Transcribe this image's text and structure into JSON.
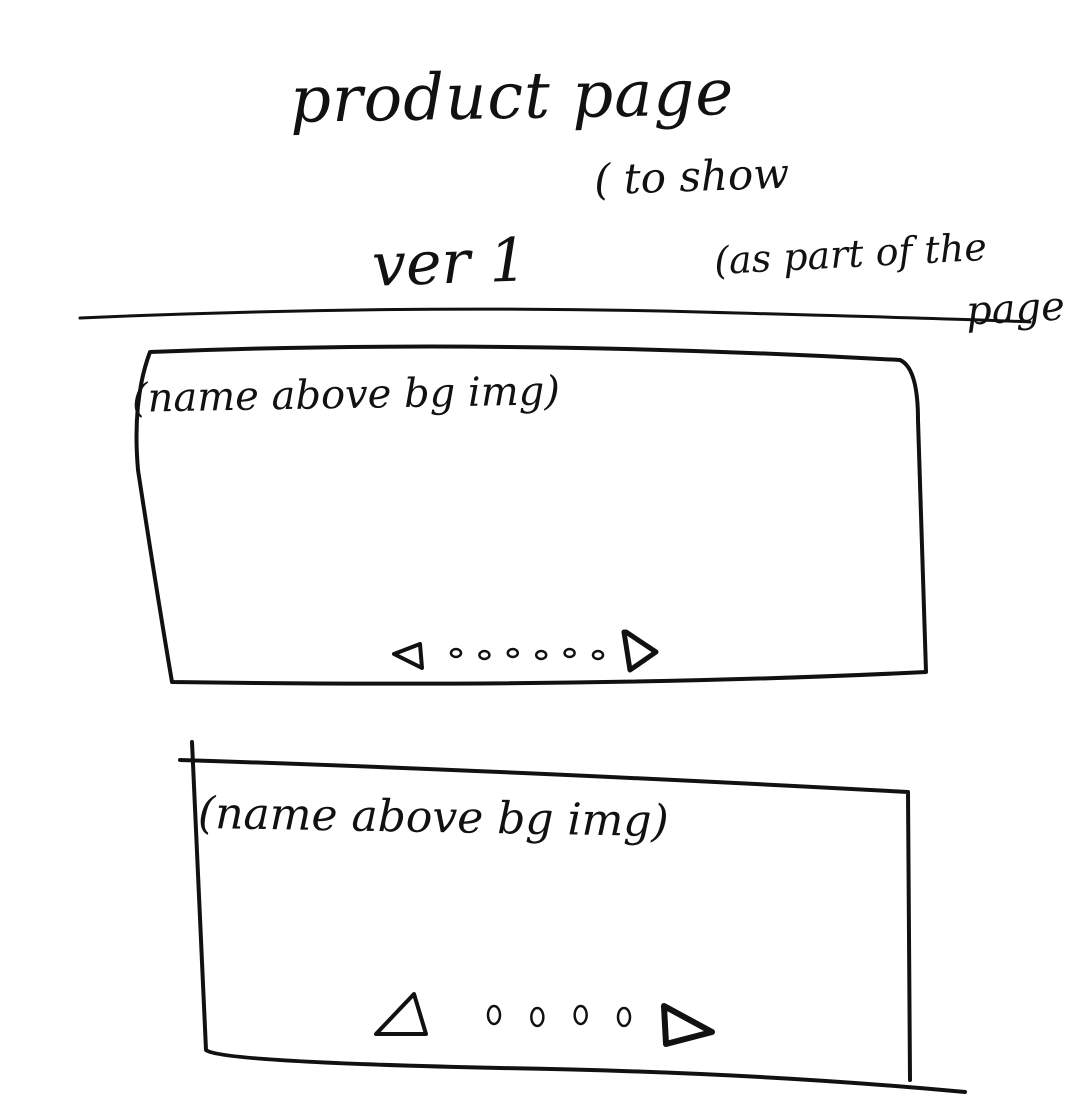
{
  "header": {
    "title": "product page",
    "note_line1": "( to show",
    "version": "ver 1",
    "note_line2": "(as part of the",
    "note_line3": "page"
  },
  "frames": [
    {
      "label": "(name above bg img)",
      "dot_count": 6
    },
    {
      "label": "(name above bg img)",
      "dot_count": 4
    }
  ],
  "icons": {
    "prev": "triangle-left-icon",
    "next": "triangle-right-icon",
    "dot": "carousel-dot-icon"
  }
}
